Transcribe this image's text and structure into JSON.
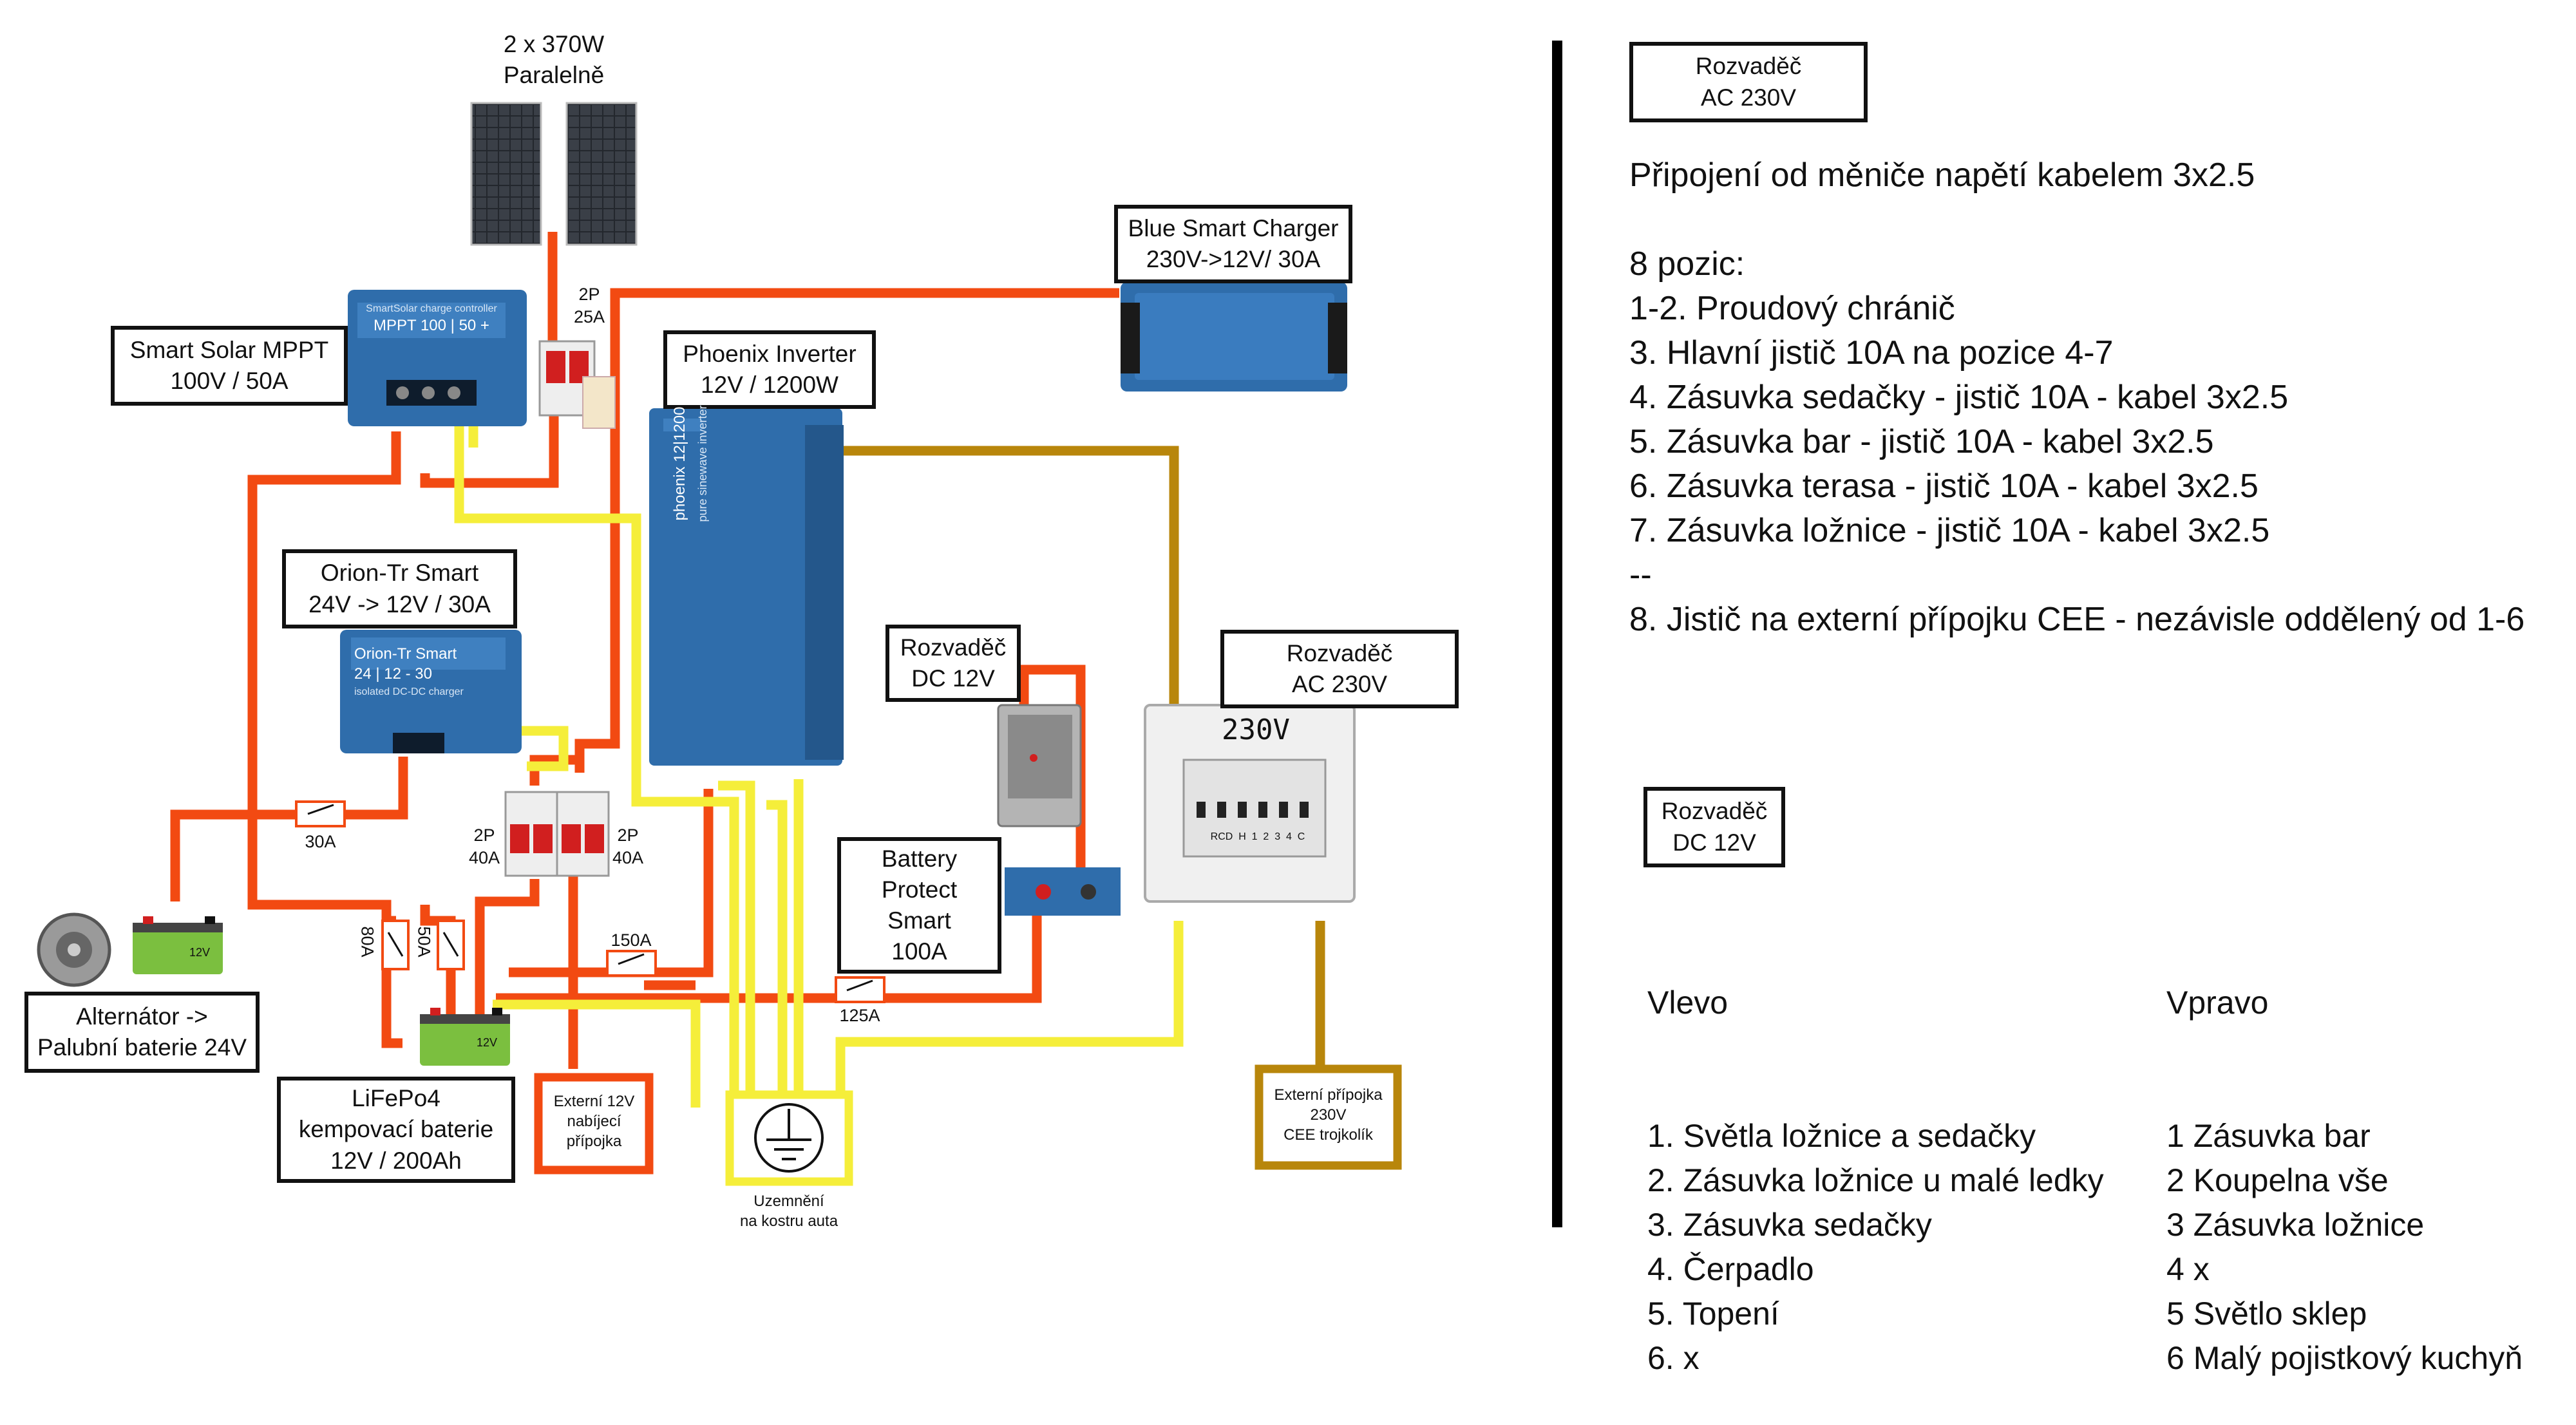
{
  "colors": {
    "dc_positive": "#f24a12",
    "dc_negative": "#f5ee3a",
    "ac": "#b8860b",
    "victron_blue": "#2f6dab",
    "dark": "#111111"
  },
  "solar": {
    "title": "2 x 370W",
    "subtitle": "Paralelně",
    "panel_icon": "solar-panel-icon"
  },
  "devices": {
    "mppt": {
      "label": "Smart Solar MPPT\n100V / 50A",
      "screen": "MPPT 100 | 50 +",
      "brand": "SmartSolar charge controller"
    },
    "orion": {
      "label": "Orion-Tr Smart\n24V -> 12V / 30A",
      "screen": "Orion-Tr Smart\n24 | 12 - 30",
      "brand": "isolated DC-DC charger"
    },
    "inverter": {
      "label": "Phoenix Inverter\n12V / 1200W",
      "screen": "phoenix 12|1200",
      "brand": "pure sinewave inverter"
    },
    "charger": {
      "label": "Blue Smart Charger\n230V->12V/ 30A"
    },
    "dc_panel": {
      "label": "Rozvaděč\nDC 12V"
    },
    "ac_panel": {
      "label": "Rozvaděč\nAC 230V",
      "handwriting": "230V",
      "slot_labels": "RCD  H  1  2  3  4  C"
    },
    "battery_protect": {
      "label": "Battery\nProtect\nSmart\n100A"
    },
    "alternator": {
      "label": "Alternátor ->\nPalubní baterie 24V"
    },
    "lifepo4": {
      "label": "LiFePo4\nkempovací baterie\n12V / 200Ah",
      "battery_text": "12V"
    },
    "starter_battery": {
      "battery_text": "12V"
    },
    "ext12": {
      "label": "Externí 12V\nnabíjecí\npřípojka"
    },
    "ground": {
      "label": "Uzemnění\nna kostru auta",
      "icon": "ground-icon"
    },
    "cee": {
      "label": "Externí přípojka\n230V\nCEE trojkolík"
    }
  },
  "breakers": {
    "solar_2p": "2P\n25A",
    "left_2p": "2P\n40A",
    "right_2p": "2P\n40A"
  },
  "fuses": {
    "f30": "30A",
    "f80": "80A",
    "f50": "50A",
    "f150": "150A",
    "f125": "125A"
  },
  "notes": {
    "ac_title": "Rozvaděč\nAC 230V",
    "ac_text": "Připojení od měniče napětí kabelem 3x2.5\n\n8 pozic:\n1-2. Proudový chránič\n3. Hlavní jistič 10A na pozice 4-7\n4. Zásuvka sedačky - jistič 10A - kabel 3x2.5\n5. Zásuvka bar - jistič 10A - kabel 3x2.5\n6. Zásuvka terasa - jistič 10A - kabel 3x2.5\n7. Zásuvka ložnice - jistič 10A - kabel 3x2.5\n--\n8. Jistič na externí přípojku CEE - nezávisle oddělený od 1-6",
    "dc_title": "Rozvaděč\nDC 12V",
    "left_title": "Vlevo",
    "left_items": "1. Světla ložnice a sedačky\n2. Zásuvka ložnice u malé ledky\n3. Zásuvka sedačky\n4. Čerpadlo\n5. Topení\n6. x",
    "right_title": "Vpravo",
    "right_items": "1 Zásuvka bar\n2 Koupelna vše\n3 Zásuvka ložnice\n4 x\n5 Světlo sklep\n6 Malý pojistkový kuchyň"
  }
}
